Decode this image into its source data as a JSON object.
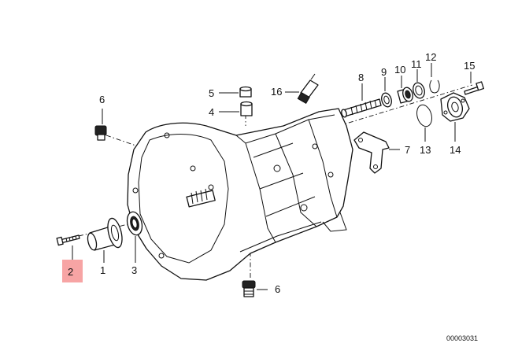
{
  "diagram": {
    "highlight_color": "#f7a4a4",
    "highlighted_callout": "2",
    "reference_code": "00003031",
    "callouts": [
      {
        "id": "1",
        "label": "1"
      },
      {
        "id": "2",
        "label": "2"
      },
      {
        "id": "3",
        "label": "3"
      },
      {
        "id": "4",
        "label": "4"
      },
      {
        "id": "5",
        "label": "5"
      },
      {
        "id": "6a",
        "label": "6"
      },
      {
        "id": "6b",
        "label": "6"
      },
      {
        "id": "7",
        "label": "7"
      },
      {
        "id": "8",
        "label": "8"
      },
      {
        "id": "9",
        "label": "9"
      },
      {
        "id": "10",
        "label": "10"
      },
      {
        "id": "11",
        "label": "11"
      },
      {
        "id": "12",
        "label": "12"
      },
      {
        "id": "13",
        "label": "13"
      },
      {
        "id": "14",
        "label": "14"
      },
      {
        "id": "15",
        "label": "15"
      },
      {
        "id": "16",
        "label": "16"
      }
    ]
  }
}
